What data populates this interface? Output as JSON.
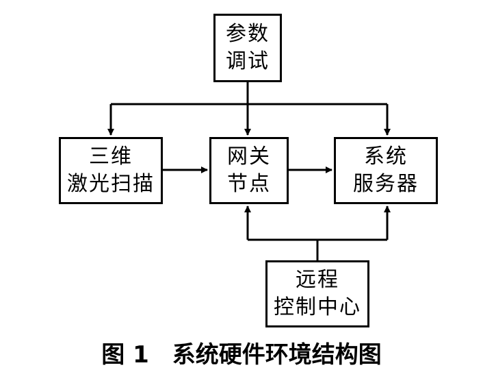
{
  "diagram": {
    "nodes": {
      "param_tuning": {
        "line1": "参数",
        "line2": "调试"
      },
      "laser_scanner": {
        "line1": "三维",
        "line2": "激光扫描"
      },
      "gateway_node": {
        "line1": "网关",
        "line2": "节点"
      },
      "system_server": {
        "line1": "系统",
        "line2": "服务器"
      },
      "remote_control": {
        "line1": "远程",
        "line2": "控制中心"
      }
    },
    "edges": [
      {
        "from": "param_tuning",
        "to": "laser_scanner"
      },
      {
        "from": "param_tuning",
        "to": "gateway_node"
      },
      {
        "from": "param_tuning",
        "to": "system_server"
      },
      {
        "from": "laser_scanner",
        "to": "gateway_node"
      },
      {
        "from": "gateway_node",
        "to": "system_server"
      },
      {
        "from": "remote_control",
        "to": "gateway_node"
      },
      {
        "from": "remote_control",
        "to": "system_server"
      }
    ]
  },
  "caption": {
    "text": "图 1　系统硬件环境结构图"
  },
  "colors": {
    "line": "#000000",
    "background": "#ffffff"
  }
}
